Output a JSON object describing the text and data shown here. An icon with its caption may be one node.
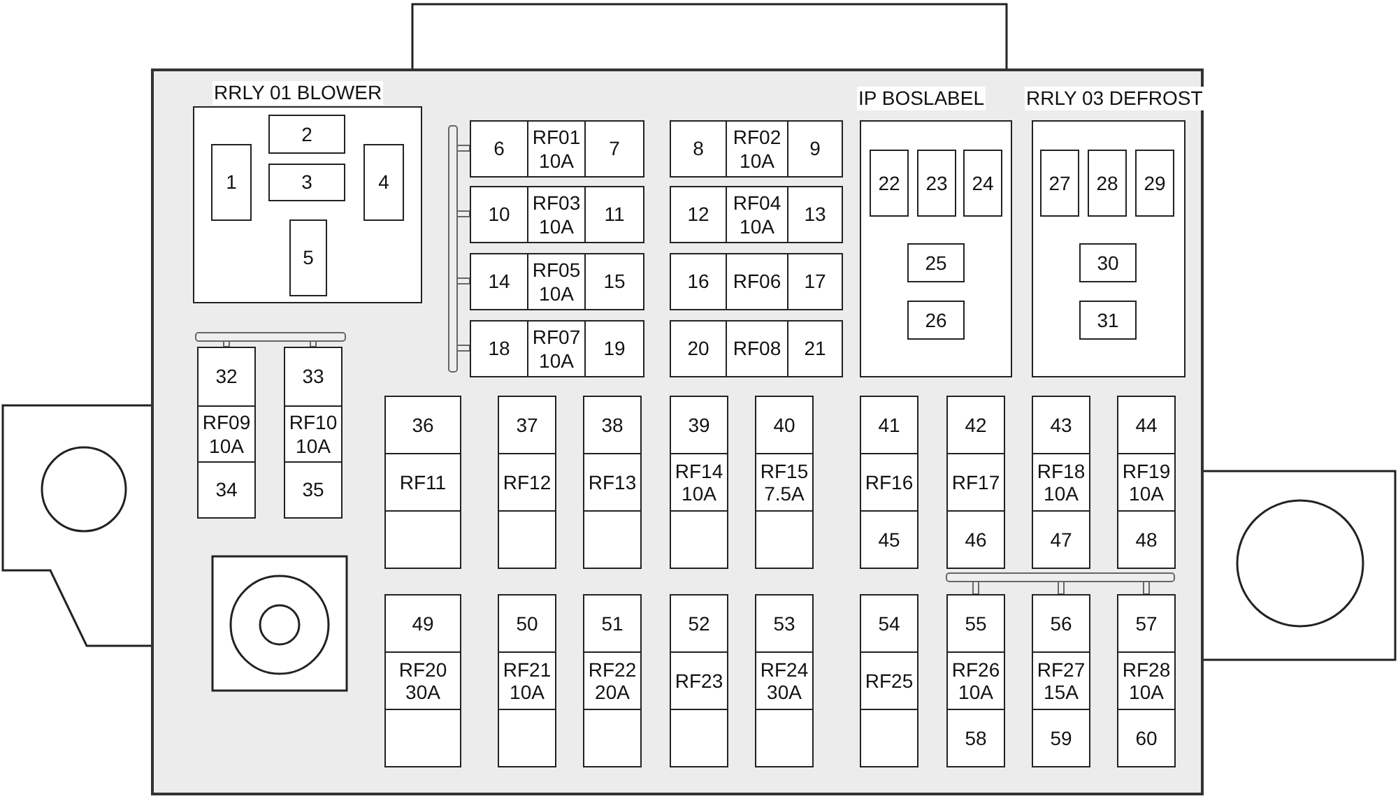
{
  "diagram": {
    "nodes": [
      {
        "text": [
          "RRLY 01 BLOWER"
        ]
      },
      {
        "text": [
          "1"
        ],
        "in": 0
      },
      {
        "text": [
          "2"
        ],
        "in": 0
      },
      {
        "text": [
          "3"
        ],
        "in": 0
      },
      {
        "text": [
          "4"
        ],
        "in": 0
      },
      {
        "text": [
          "5"
        ],
        "in": 0
      },
      {
        "text": [
          "6"
        ]
      },
      {
        "text": [
          "RF01 10A"
        ]
      },
      {
        "text": [
          "7"
        ]
      },
      {
        "text": [
          "8"
        ]
      },
      {
        "text": [
          "RF02 10A"
        ]
      },
      {
        "text": [
          "9"
        ]
      },
      {
        "text": [
          "10"
        ]
      },
      {
        "text": [
          "RF03 10A"
        ]
      },
      {
        "text": [
          "11"
        ]
      },
      {
        "text": [
          "12"
        ]
      },
      {
        "text": [
          "RF04 10A"
        ]
      },
      {
        "text": [
          "13"
        ]
      },
      {
        "text": [
          "14"
        ]
      },
      {
        "text": [
          "RF05 10A"
        ]
      },
      {
        "text": [
          "15"
        ]
      },
      {
        "text": [
          "16"
        ]
      },
      {
        "text": [
          "RF06"
        ]
      },
      {
        "text": [
          "17"
        ]
      },
      {
        "text": [
          "18"
        ]
      },
      {
        "text": [
          "RF07 10A"
        ]
      },
      {
        "text": [
          "19"
        ]
      },
      {
        "text": [
          "20"
        ]
      },
      {
        "text": [
          "RF08"
        ]
      },
      {
        "text": [
          "21"
        ]
      },
      {
        "text": [
          "IP BOSLABEL"
        ]
      },
      {
        "text": [
          "22"
        ],
        "in": 30
      },
      {
        "text": [
          "23"
        ],
        "in": 30
      },
      {
        "text": [
          "24"
        ],
        "in": 30
      },
      {
        "text": [
          "25"
        ],
        "in": 30
      },
      {
        "text": [
          "26"
        ],
        "in": 30
      },
      {
        "text": [
          "RRLY 03 DEFROST"
        ]
      },
      {
        "text": [
          "27"
        ],
        "in": 36
      },
      {
        "text": [
          "28"
        ],
        "in": 36
      },
      {
        "text": [
          "29"
        ],
        "in": 36
      },
      {
        "text": [
          "30"
        ],
        "in": 36
      },
      {
        "text": [
          "31"
        ],
        "in": 36
      },
      {
        "text": [
          "32"
        ]
      },
      {
        "text": [
          "RF09 10A"
        ]
      },
      {
        "text": [
          "34"
        ]
      },
      {
        "text": [
          "33"
        ]
      },
      {
        "text": [
          "RF10 10A"
        ]
      },
      {
        "text": [
          "35"
        ]
      },
      {
        "text": [
          "36"
        ]
      },
      {
        "text": [
          "RF11"
        ]
      },
      {
        "text": [],
        "shape": "box"
      },
      {
        "text": [
          "37"
        ]
      },
      {
        "text": [
          "RF12"
        ]
      },
      {
        "text": [],
        "shape": "box"
      },
      {
        "text": [
          "38"
        ]
      },
      {
        "text": [
          "RF13"
        ]
      },
      {
        "text": [],
        "shape": "box"
      },
      {
        "text": [
          "39"
        ]
      },
      {
        "text": [
          "RF14 10A"
        ]
      },
      {
        "text": [],
        "shape": "box"
      },
      {
        "text": [
          "40"
        ]
      },
      {
        "text": [
          "RF15 7.5A"
        ]
      },
      {
        "text": [],
        "shape": "box"
      },
      {
        "text": [
          "41"
        ]
      },
      {
        "text": [
          "RF16"
        ]
      },
      {
        "text": [
          "45"
        ]
      },
      {
        "text": [
          "42"
        ]
      },
      {
        "text": [
          "RF17"
        ]
      },
      {
        "text": [
          "46"
        ]
      },
      {
        "text": [
          "43"
        ]
      },
      {
        "text": [
          "RF18 10A"
        ]
      },
      {
        "text": [
          "47"
        ]
      },
      {
        "text": [
          "44"
        ]
      },
      {
        "text": [
          "RF19 10A"
        ]
      },
      {
        "text": [
          "48"
        ]
      },
      {
        "text": [
          "49"
        ]
      },
      {
        "text": [
          "RF20 30A"
        ]
      },
      {
        "text": [],
        "shape": "box"
      },
      {
        "text": [
          "50"
        ]
      },
      {
        "text": [
          "RF21 10A"
        ]
      },
      {
        "text": [],
        "shape": "box"
      },
      {
        "text": [
          "51"
        ]
      },
      {
        "text": [
          "RF22 20A"
        ]
      },
      {
        "text": [],
        "shape": "box"
      },
      {
        "text": [
          "52"
        ]
      },
      {
        "text": [
          "RF23"
        ]
      },
      {
        "text": [],
        "shape": "box"
      },
      {
        "text": [
          "53"
        ]
      },
      {
        "text": [
          "RF24 30A"
        ]
      },
      {
        "text": [],
        "shape": "box"
      },
      {
        "text": [
          "54"
        ]
      },
      {
        "text": [
          "RF25"
        ]
      },
      {
        "text": [],
        "shape": "box"
      },
      {
        "text": [
          "55"
        ]
      },
      {
        "text": [
          "RF26 10A"
        ]
      },
      {
        "text": [
          "58"
        ]
      },
      {
        "text": [
          "56"
        ]
      },
      {
        "text": [
          "RF27 15A"
        ]
      },
      {
        "text": [
          "59"
        ]
      },
      {
        "text": [
          "57"
        ]
      },
      {
        "text": [
          "RF28 10A"
        ]
      },
      {
        "text": [
          "60"
        ]
      }
    ]
  }
}
